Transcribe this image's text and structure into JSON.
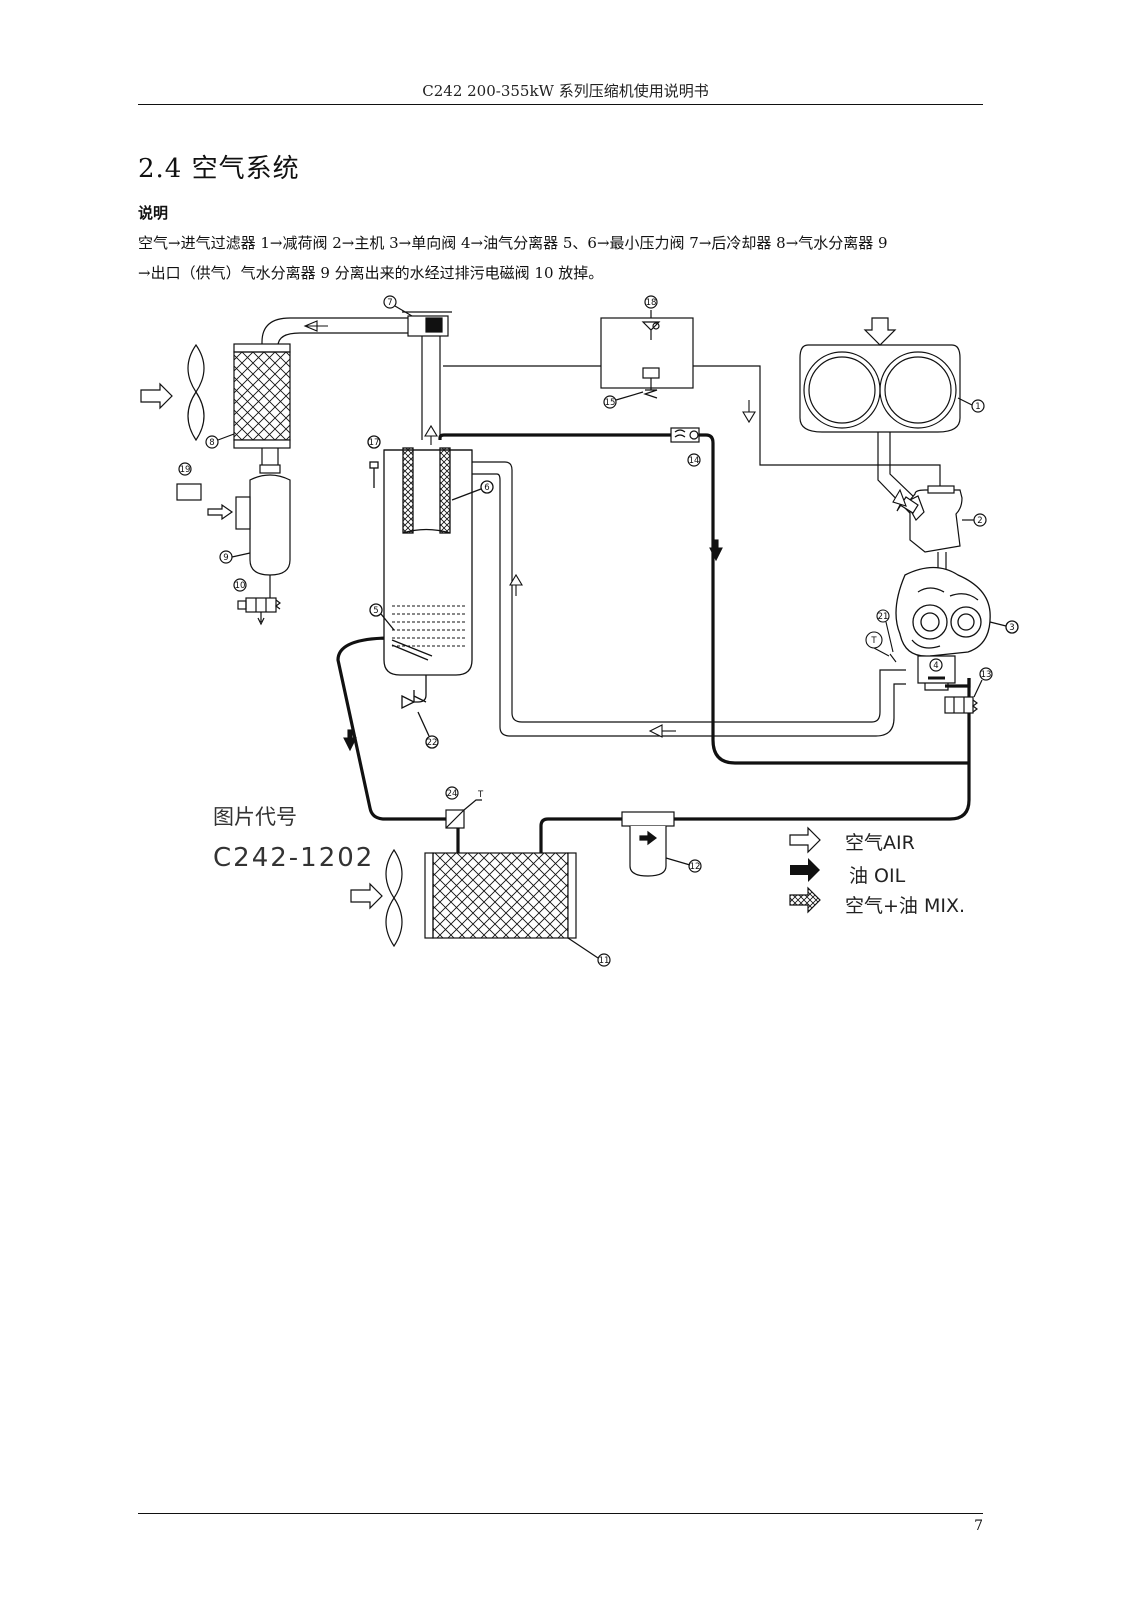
{
  "header": "C242 200-355kW  系列压缩机使用说明书",
  "section_title": "2.4  空气系统",
  "subheading": "说明",
  "description_lines": [
    "空气→进气过滤器 1→减荷阀 2→主机 3→单向阀 4→油气分离器 5、6→最小压力阀 7→后冷却器 8→气水分离器 9",
    "→出口（供气）气水分离器 9 分离出来的水经过排污电磁阀 10 放掉。"
  ],
  "diagram": {
    "code_label": "图片代号",
    "code": "C242-1202",
    "legend": {
      "air": "空气AIR",
      "oil": "油 OIL",
      "mix": "空气+油 MIX."
    },
    "components": [
      "1",
      "2",
      "3",
      "4",
      "5",
      "6",
      "7",
      "8",
      "9",
      "10",
      "11",
      "12",
      "13",
      "14",
      "15",
      "17",
      "18",
      "19",
      "21",
      "22",
      "24"
    ],
    "thermometer_label": "T",
    "valve_mark": "T"
  },
  "page_number": "7"
}
